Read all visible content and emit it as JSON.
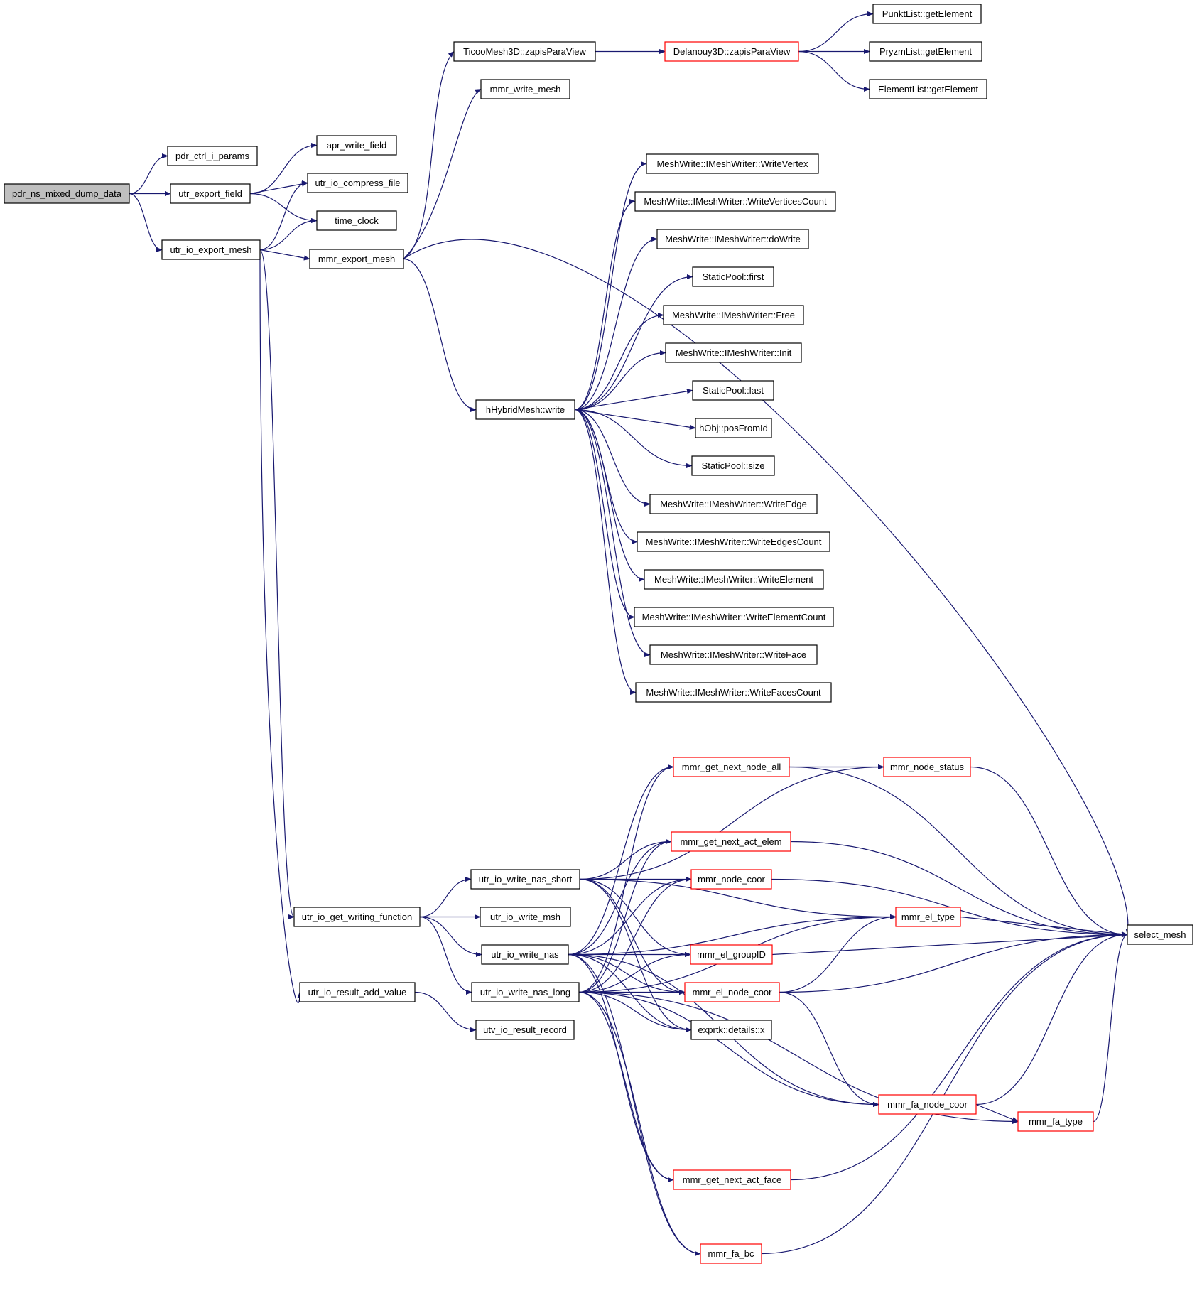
{
  "colors": {
    "edge": "#191970",
    "node_border_default": "#000000",
    "node_border_expandable": "#ff0000",
    "node_fill_root": "#bfbfbf",
    "node_fill": "#ffffff"
  },
  "nodes": [
    {
      "id": "pdr_ns_mixed_dump_data",
      "label": "pdr_ns_mixed_dump_data",
      "style": "root"
    },
    {
      "id": "pdr_ctrl_i_params",
      "label": "pdr_ctrl_i_params",
      "style": "default"
    },
    {
      "id": "utr_export_field",
      "label": "utr_export_field",
      "style": "default"
    },
    {
      "id": "utr_io_export_mesh",
      "label": "utr_io_export_mesh",
      "style": "default"
    },
    {
      "id": "apr_write_field",
      "label": "apr_write_field",
      "style": "default"
    },
    {
      "id": "utr_io_compress_file",
      "label": "utr_io_compress_file",
      "style": "default"
    },
    {
      "id": "time_clock",
      "label": "time_clock",
      "style": "default"
    },
    {
      "id": "mmr_export_mesh",
      "label": "mmr_export_mesh",
      "style": "default"
    },
    {
      "id": "TicooMesh3D_zapisParaView",
      "label": "TicooMesh3D::zapisParaView",
      "style": "default"
    },
    {
      "id": "mmr_write_mesh",
      "label": "mmr_write_mesh",
      "style": "default"
    },
    {
      "id": "Delanouy3D_zapisParaView",
      "label": "Delanouy3D::zapisParaView",
      "style": "expandable"
    },
    {
      "id": "PunktList_getElement",
      "label": "PunktList::getElement",
      "style": "default"
    },
    {
      "id": "PryzmList_getElement",
      "label": "PryzmList::getElement",
      "style": "default"
    },
    {
      "id": "ElementList_getElement",
      "label": "ElementList::getElement",
      "style": "default"
    },
    {
      "id": "hHybridMesh_write",
      "label": "hHybridMesh::write",
      "style": "default"
    },
    {
      "id": "WriteVertex",
      "label": "MeshWrite::IMeshWriter::WriteVertex",
      "style": "default"
    },
    {
      "id": "WriteVerticesCount",
      "label": "MeshWrite::IMeshWriter::WriteVerticesCount",
      "style": "default"
    },
    {
      "id": "doWrite",
      "label": "MeshWrite::IMeshWriter::doWrite",
      "style": "default"
    },
    {
      "id": "StaticPool_first",
      "label": "StaticPool::first",
      "style": "default"
    },
    {
      "id": "Free",
      "label": "MeshWrite::IMeshWriter::Free",
      "style": "default"
    },
    {
      "id": "Init",
      "label": "MeshWrite::IMeshWriter::Init",
      "style": "default"
    },
    {
      "id": "StaticPool_last",
      "label": "StaticPool::last",
      "style": "default"
    },
    {
      "id": "hObj_posFromId",
      "label": "hObj::posFromId",
      "style": "default"
    },
    {
      "id": "StaticPool_size",
      "label": "StaticPool::size",
      "style": "default"
    },
    {
      "id": "WriteEdge",
      "label": "MeshWrite::IMeshWriter::WriteEdge",
      "style": "default"
    },
    {
      "id": "WriteEdgesCount",
      "label": "MeshWrite::IMeshWriter::WriteEdgesCount",
      "style": "default"
    },
    {
      "id": "WriteElement",
      "label": "MeshWrite::IMeshWriter::WriteElement",
      "style": "default"
    },
    {
      "id": "WriteElementCount",
      "label": "MeshWrite::IMeshWriter::WriteElementCount",
      "style": "default"
    },
    {
      "id": "WriteFace",
      "label": "MeshWrite::IMeshWriter::WriteFace",
      "style": "default"
    },
    {
      "id": "WriteFacesCount",
      "label": "MeshWrite::IMeshWriter::WriteFacesCount",
      "style": "default"
    },
    {
      "id": "select_mesh",
      "label": "select_mesh",
      "style": "default"
    },
    {
      "id": "utr_io_get_writing_function",
      "label": "utr_io_get_writing_function",
      "style": "default"
    },
    {
      "id": "utr_io_result_add_value",
      "label": "utr_io_result_add_value",
      "style": "default"
    },
    {
      "id": "utr_io_write_nas_short",
      "label": "utr_io_write_nas_short",
      "style": "default"
    },
    {
      "id": "utr_io_write_msh",
      "label": "utr_io_write_msh",
      "style": "default"
    },
    {
      "id": "utr_io_write_nas",
      "label": "utr_io_write_nas",
      "style": "default"
    },
    {
      "id": "utr_io_write_nas_long",
      "label": "utr_io_write_nas_long",
      "style": "default"
    },
    {
      "id": "utv_io_result_record",
      "label": "utv_io_result_record",
      "style": "default"
    },
    {
      "id": "mmr_get_next_node_all",
      "label": "mmr_get_next_node_all",
      "style": "expandable"
    },
    {
      "id": "mmr_node_status",
      "label": "mmr_node_status",
      "style": "expandable"
    },
    {
      "id": "mmr_get_next_act_elem",
      "label": "mmr_get_next_act_elem",
      "style": "expandable"
    },
    {
      "id": "mmr_node_coor",
      "label": "mmr_node_coor",
      "style": "expandable"
    },
    {
      "id": "mmr_el_type",
      "label": "mmr_el_type",
      "style": "expandable"
    },
    {
      "id": "mmr_el_groupID",
      "label": "mmr_el_groupID",
      "style": "expandable"
    },
    {
      "id": "mmr_el_node_coor",
      "label": "mmr_el_node_coor",
      "style": "expandable"
    },
    {
      "id": "exprtk_details_x",
      "label": "exprtk::details::x",
      "style": "default"
    },
    {
      "id": "mmr_fa_node_coor",
      "label": "mmr_fa_node_coor",
      "style": "expandable"
    },
    {
      "id": "mmr_fa_type",
      "label": "mmr_fa_type",
      "style": "expandable"
    },
    {
      "id": "mmr_get_next_act_face",
      "label": "mmr_get_next_act_face",
      "style": "expandable"
    },
    {
      "id": "mmr_fa_bc",
      "label": "mmr_fa_bc",
      "style": "expandable"
    }
  ],
  "edges": [
    [
      "pdr_ns_mixed_dump_data",
      "pdr_ctrl_i_params"
    ],
    [
      "pdr_ns_mixed_dump_data",
      "utr_export_field"
    ],
    [
      "pdr_ns_mixed_dump_data",
      "utr_io_export_mesh"
    ],
    [
      "utr_export_field",
      "apr_write_field"
    ],
    [
      "utr_export_field",
      "utr_io_compress_file"
    ],
    [
      "utr_export_field",
      "time_clock"
    ],
    [
      "utr_io_export_mesh",
      "utr_io_compress_file"
    ],
    [
      "utr_io_export_mesh",
      "time_clock"
    ],
    [
      "utr_io_export_mesh",
      "mmr_export_mesh"
    ],
    [
      "utr_io_export_mesh",
      "utr_io_get_writing_function"
    ],
    [
      "utr_io_export_mesh",
      "utr_io_result_add_value"
    ],
    [
      "mmr_export_mesh",
      "TicooMesh3D_zapisParaView"
    ],
    [
      "mmr_export_mesh",
      "mmr_write_mesh"
    ],
    [
      "mmr_export_mesh",
      "select_mesh"
    ],
    [
      "mmr_export_mesh",
      "hHybridMesh_write"
    ],
    [
      "TicooMesh3D_zapisParaView",
      "Delanouy3D_zapisParaView"
    ],
    [
      "Delanouy3D_zapisParaView",
      "PunktList_getElement"
    ],
    [
      "Delanouy3D_zapisParaView",
      "PryzmList_getElement"
    ],
    [
      "Delanouy3D_zapisParaView",
      "ElementList_getElement"
    ],
    [
      "hHybridMesh_write",
      "WriteVertex"
    ],
    [
      "hHybridMesh_write",
      "WriteVerticesCount"
    ],
    [
      "hHybridMesh_write",
      "doWrite"
    ],
    [
      "hHybridMesh_write",
      "StaticPool_first"
    ],
    [
      "hHybridMesh_write",
      "Free"
    ],
    [
      "hHybridMesh_write",
      "Init"
    ],
    [
      "hHybridMesh_write",
      "StaticPool_last"
    ],
    [
      "hHybridMesh_write",
      "hObj_posFromId"
    ],
    [
      "hHybridMesh_write",
      "StaticPool_size"
    ],
    [
      "hHybridMesh_write",
      "WriteEdge"
    ],
    [
      "hHybridMesh_write",
      "WriteEdgesCount"
    ],
    [
      "hHybridMesh_write",
      "WriteElement"
    ],
    [
      "hHybridMesh_write",
      "WriteElementCount"
    ],
    [
      "hHybridMesh_write",
      "WriteFace"
    ],
    [
      "hHybridMesh_write",
      "WriteFacesCount"
    ],
    [
      "utr_io_get_writing_function",
      "utr_io_write_nas_short"
    ],
    [
      "utr_io_get_writing_function",
      "utr_io_write_msh"
    ],
    [
      "utr_io_get_writing_function",
      "utr_io_write_nas"
    ],
    [
      "utr_io_get_writing_function",
      "utr_io_write_nas_long"
    ],
    [
      "utr_io_result_add_value",
      "utv_io_result_record"
    ],
    [
      "utr_io_write_nas_short",
      "mmr_node_status"
    ],
    [
      "utr_io_write_nas_short",
      "mmr_el_type"
    ],
    [
      "utr_io_write_nas_short",
      "mmr_get_next_act_elem"
    ],
    [
      "utr_io_write_nas_short",
      "mmr_node_coor"
    ],
    [
      "utr_io_write_nas_short",
      "mmr_el_groupID"
    ],
    [
      "utr_io_write_nas_short",
      "mmr_el_node_coor"
    ],
    [
      "utr_io_write_nas_short",
      "exprtk_details_x"
    ],
    [
      "utr_io_write_nas",
      "mmr_get_next_node_all"
    ],
    [
      "utr_io_write_nas",
      "mmr_get_next_act_elem"
    ],
    [
      "utr_io_write_nas",
      "mmr_node_coor"
    ],
    [
      "utr_io_write_nas",
      "mmr_el_type"
    ],
    [
      "utr_io_write_nas",
      "mmr_el_groupID"
    ],
    [
      "utr_io_write_nas",
      "mmr_el_node_coor"
    ],
    [
      "utr_io_write_nas",
      "exprtk_details_x"
    ],
    [
      "utr_io_write_nas",
      "mmr_get_next_act_face"
    ],
    [
      "utr_io_write_nas",
      "mmr_fa_bc"
    ],
    [
      "utr_io_write_nas",
      "mmr_fa_node_coor"
    ],
    [
      "utr_io_write_nas_long",
      "mmr_get_next_node_all"
    ],
    [
      "utr_io_write_nas_long",
      "mmr_get_next_act_elem"
    ],
    [
      "utr_io_write_nas_long",
      "mmr_node_coor"
    ],
    [
      "utr_io_write_nas_long",
      "mmr_el_groupID"
    ],
    [
      "utr_io_write_nas_long",
      "mmr_el_node_coor"
    ],
    [
      "utr_io_write_nas_long",
      "exprtk_details_x"
    ],
    [
      "utr_io_write_nas_long",
      "mmr_el_type"
    ],
    [
      "utr_io_write_nas_long",
      "mmr_fa_node_coor"
    ],
    [
      "utr_io_write_nas_long",
      "mmr_fa_type"
    ],
    [
      "utr_io_write_nas_long",
      "mmr_get_next_act_face"
    ],
    [
      "utr_io_write_nas_long",
      "mmr_fa_bc"
    ],
    [
      "mmr_get_next_node_all",
      "mmr_node_status"
    ],
    [
      "mmr_get_next_node_all",
      "select_mesh"
    ],
    [
      "mmr_node_status",
      "select_mesh"
    ],
    [
      "mmr_get_next_act_elem",
      "select_mesh"
    ],
    [
      "mmr_node_coor",
      "select_mesh"
    ],
    [
      "mmr_el_type",
      "select_mesh"
    ],
    [
      "mmr_el_groupID",
      "select_mesh"
    ],
    [
      "mmr_el_node_coor",
      "select_mesh"
    ],
    [
      "mmr_el_node_coor",
      "mmr_el_type"
    ],
    [
      "mmr_el_node_coor",
      "mmr_fa_node_coor"
    ],
    [
      "mmr_fa_node_coor",
      "mmr_fa_type"
    ],
    [
      "mmr_fa_node_coor",
      "select_mesh"
    ],
    [
      "mmr_fa_type",
      "select_mesh"
    ],
    [
      "mmr_get_next_act_face",
      "select_mesh"
    ],
    [
      "mmr_fa_bc",
      "select_mesh"
    ]
  ]
}
